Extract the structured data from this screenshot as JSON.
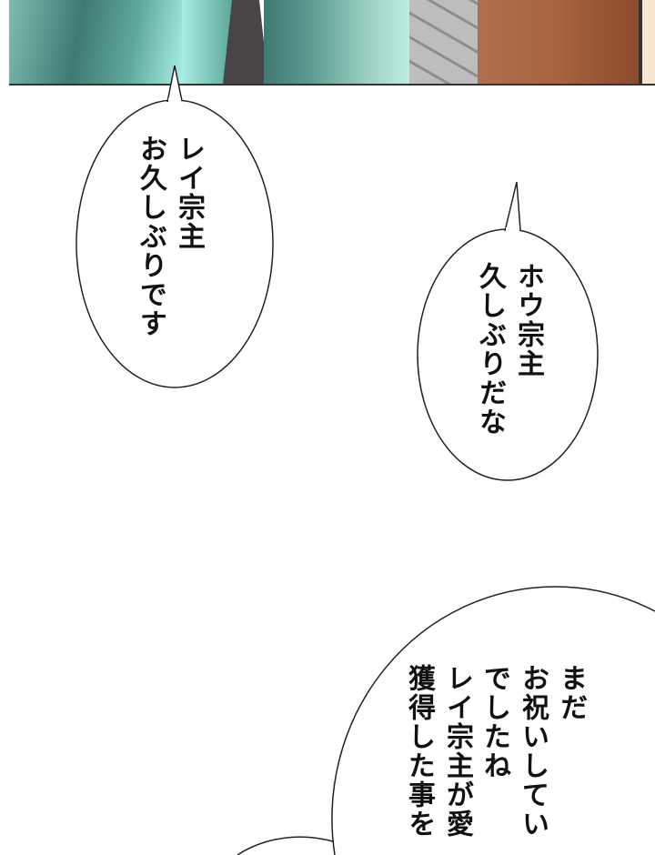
{
  "panel": {
    "colors": {
      "robe_light": "#8fc9bb",
      "robe_dark": "#3f7a73",
      "robe_pale": "#a9eee3",
      "shadow": "#4a4448",
      "pavement": "#b8b8b8",
      "brown": "#a8623f",
      "skin": "#f5e6d3"
    }
  },
  "bubbles": [
    {
      "lines": [
        "レイ宗主",
        "お久しぶりです"
      ]
    },
    {
      "lines": [
        "ホウ宗主",
        "久しぶりだな"
      ]
    },
    {
      "lines": [
        "まだ",
        "お祝いしてい",
        "でしたね",
        "レイ宗主が愛",
        "獲得した事を"
      ]
    }
  ]
}
